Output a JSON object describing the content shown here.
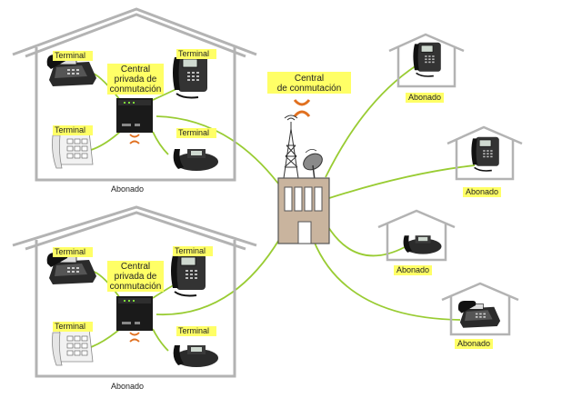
{
  "labels": {
    "terminal": "Terminal",
    "abonado": "Abonado",
    "central_privada": [
      "Central",
      "privada de",
      "conmutación"
    ],
    "central_publica": [
      "Central",
      "de conmutación"
    ]
  },
  "colors": {
    "line": "#99cc33",
    "house": "#b3b3b3",
    "highlight": "#ffff66",
    "exchange_fill": "#c9b49e",
    "switch_x": "#e07020"
  }
}
